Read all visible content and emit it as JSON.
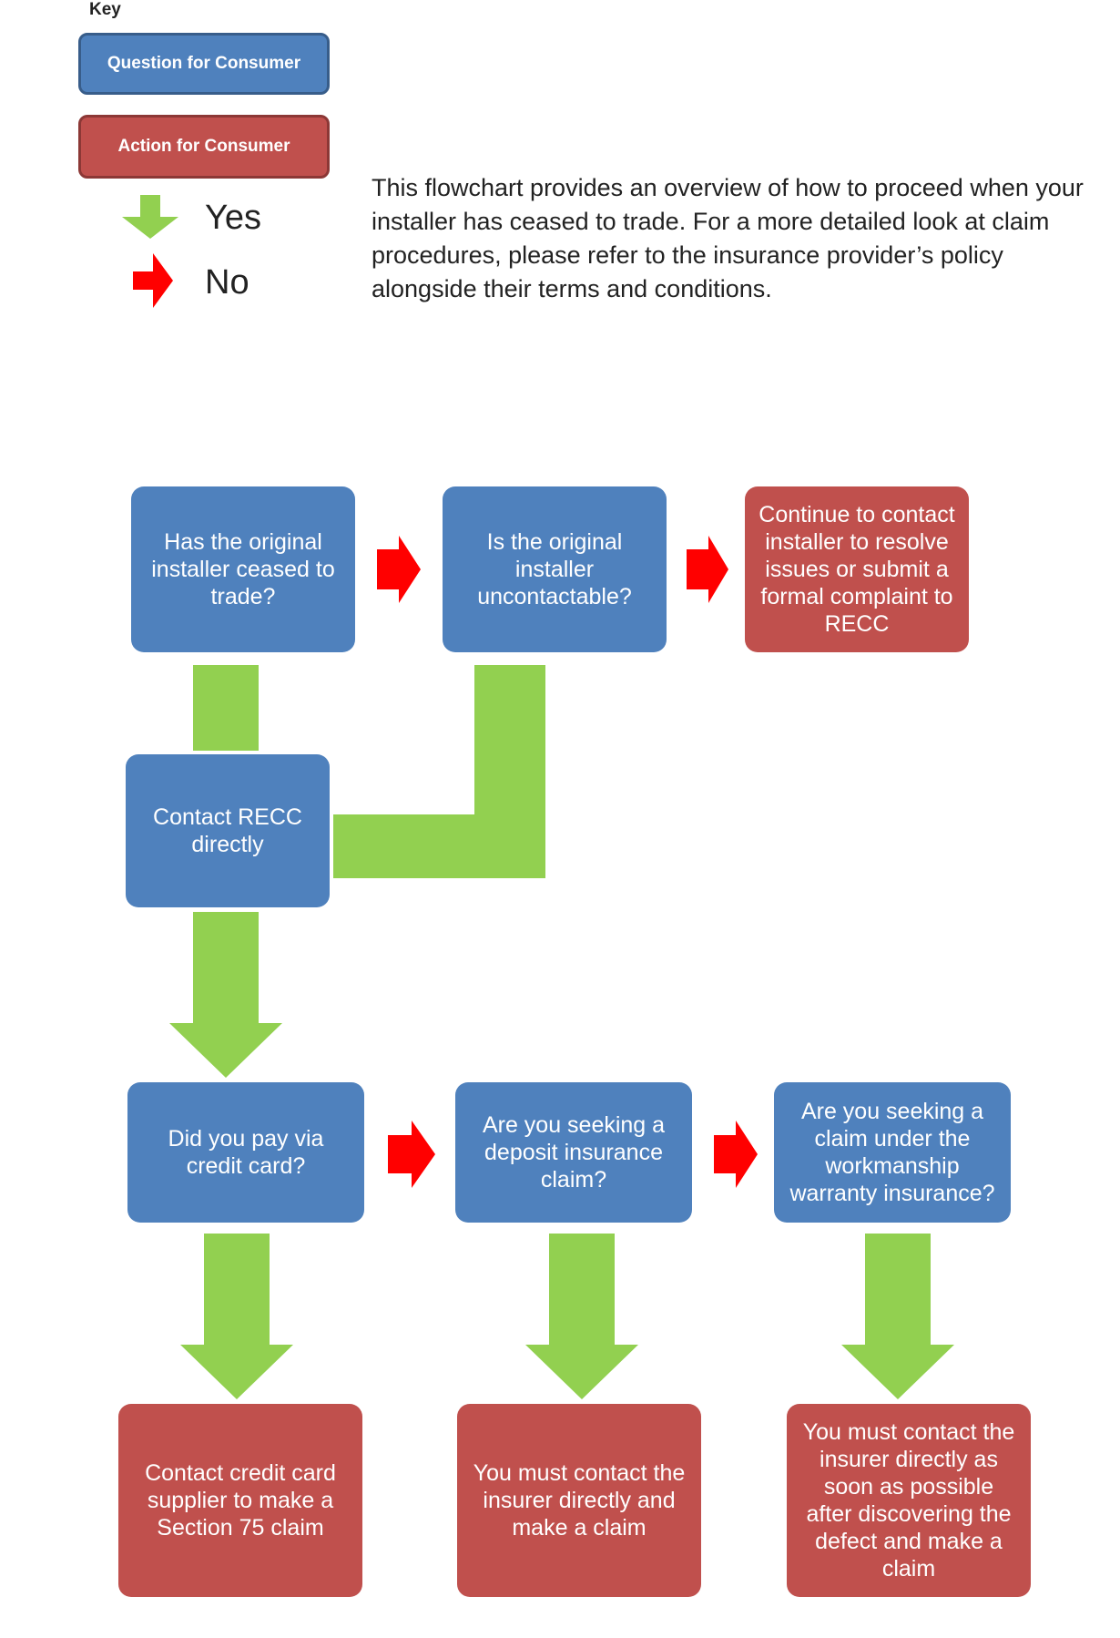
{
  "key": {
    "title": "Key",
    "question_label": "Question for Consumer",
    "action_label": "Action for Consumer",
    "yes_label": "Yes",
    "no_label": "No"
  },
  "intro": "This flowchart provides an overview of how to proceed when your installer has ceased to trade. For a more detailed look at claim procedures, please refer to the insurance provider’s policy alongside their terms and conditions.",
  "nodes": {
    "ceased_to_trade": "Has the original installer ceased to trade?",
    "uncontactable": "Is the original installer uncontactable?",
    "continue_contact": "Continue to contact installer to resolve issues or submit a formal complaint to RECC",
    "contact_recc": "Contact RECC directly",
    "credit_card": "Did you pay via credit card?",
    "deposit_claim": "Are you seeking a deposit insurance claim?",
    "workmanship_claim": "Are you seeking a claim under the workmanship warranty insurance?",
    "section75": "Contact credit card supplier to make a Section 75 claim",
    "deposit_insurer": "You must contact the insurer directly and make a claim",
    "workmanship_insurer": "You must contact the insurer directly as soon as possible after discovering the defect and make a claim"
  },
  "colors": {
    "question": "#4f81bd",
    "action": "#c0504d",
    "yes_arrow": "#92d050",
    "no_arrow": "#ff0000"
  }
}
